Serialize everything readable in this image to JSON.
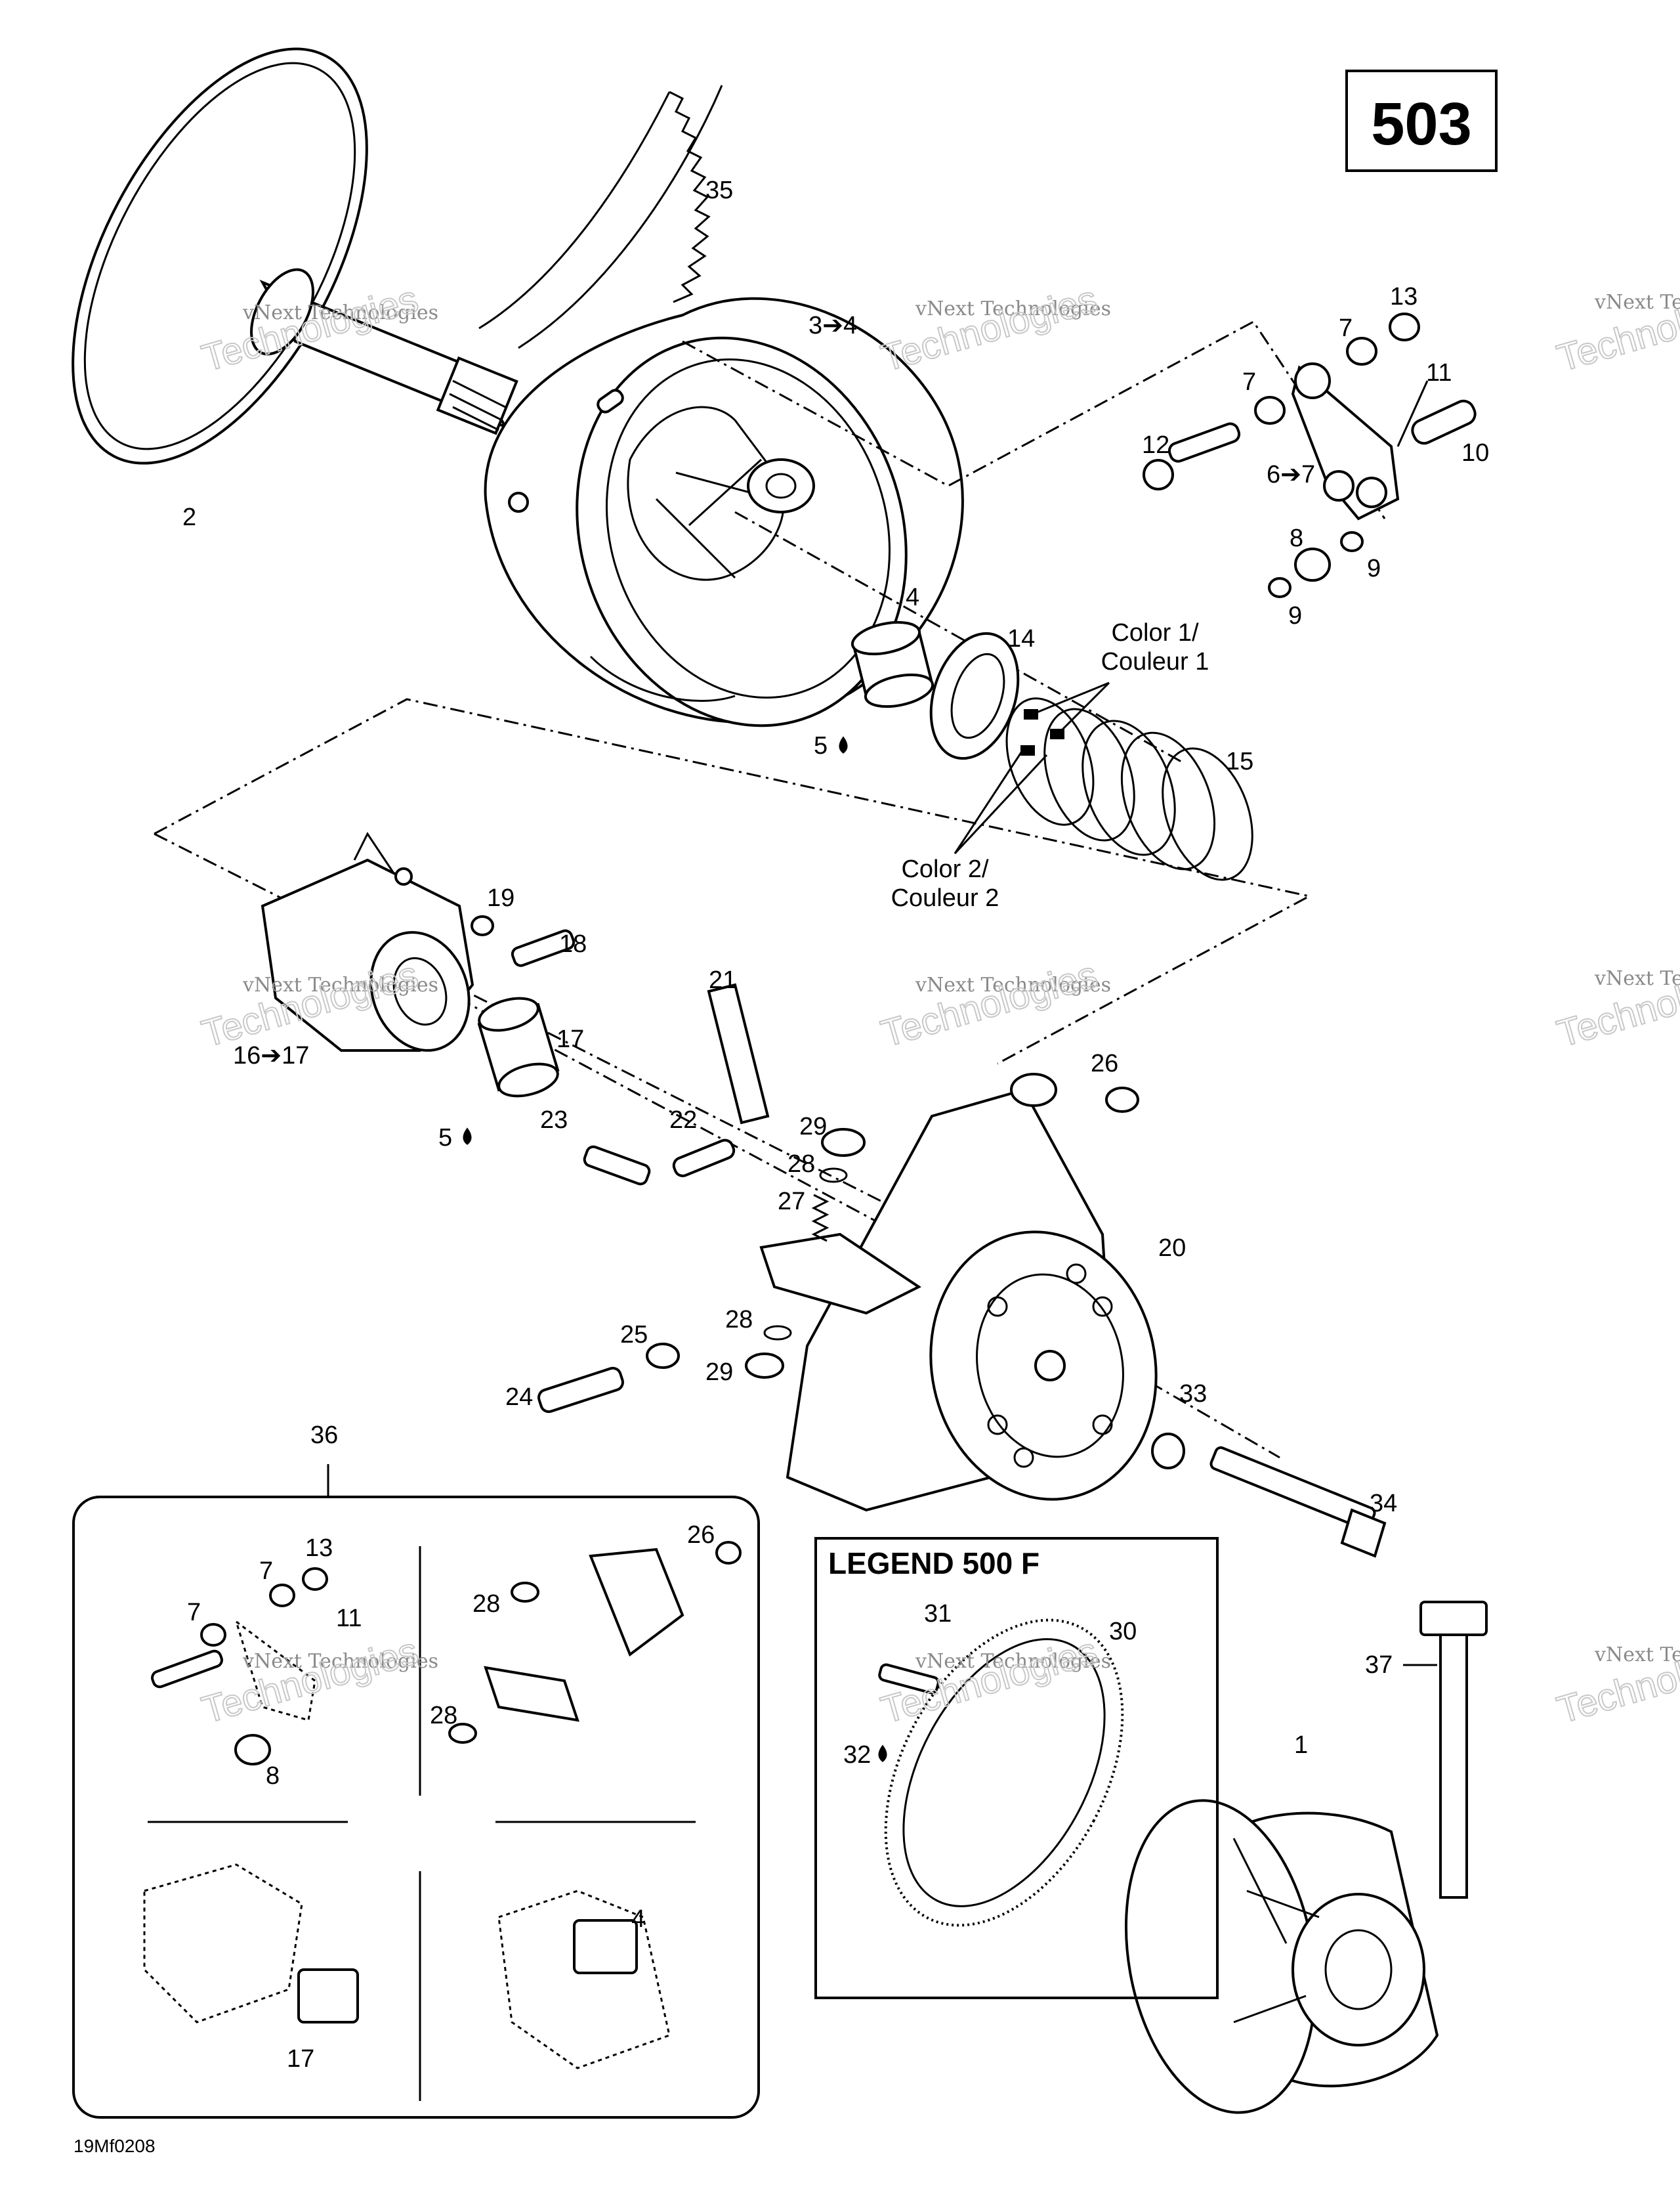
{
  "page_number": "503",
  "drawing_id": "19Mf0208",
  "legend_box_title": "LEGEND 500 F",
  "watermark": {
    "line1": "vNext Technologies",
    "line2": "Technologies"
  },
  "notes": {
    "color1_line1": "Color 1/",
    "color1_line2": "Couleur 1",
    "color2_line1": "Color 2/",
    "color2_line2": "Couleur 2"
  },
  "callouts": [
    {
      "id": "c-35",
      "text": "35"
    },
    {
      "id": "c-2",
      "text": "2"
    },
    {
      "id": "c-3-4",
      "text": "3➔4"
    },
    {
      "id": "c-13",
      "text": "13"
    },
    {
      "id": "c-7a",
      "text": "7"
    },
    {
      "id": "c-7b",
      "text": "7"
    },
    {
      "id": "c-11",
      "text": "11"
    },
    {
      "id": "c-12",
      "text": "12"
    },
    {
      "id": "c-10",
      "text": "10"
    },
    {
      "id": "c-6-7",
      "text": "6➔7"
    },
    {
      "id": "c-8",
      "text": "8"
    },
    {
      "id": "c-9a",
      "text": "9"
    },
    {
      "id": "c-9b",
      "text": "9"
    },
    {
      "id": "c-4",
      "text": "4"
    },
    {
      "id": "c-14",
      "text": "14"
    },
    {
      "id": "c-5a",
      "text": "5"
    },
    {
      "id": "c-15",
      "text": "15"
    },
    {
      "id": "c-19",
      "text": "19"
    },
    {
      "id": "c-18",
      "text": "18"
    },
    {
      "id": "c-17",
      "text": "17"
    },
    {
      "id": "c-16-17",
      "text": "16➔17"
    },
    {
      "id": "c-5b",
      "text": "5"
    },
    {
      "id": "c-21",
      "text": "21"
    },
    {
      "id": "c-26",
      "text": "26"
    },
    {
      "id": "c-23",
      "text": "23"
    },
    {
      "id": "c-22",
      "text": "22"
    },
    {
      "id": "c-29a",
      "text": "29"
    },
    {
      "id": "c-28a",
      "text": "28"
    },
    {
      "id": "c-27",
      "text": "27"
    },
    {
      "id": "c-20",
      "text": "20"
    },
    {
      "id": "c-28b",
      "text": "28"
    },
    {
      "id": "c-25",
      "text": "25"
    },
    {
      "id": "c-29b",
      "text": "29"
    },
    {
      "id": "c-24",
      "text": "24"
    },
    {
      "id": "c-33",
      "text": "33"
    },
    {
      "id": "c-34",
      "text": "34"
    },
    {
      "id": "c-36",
      "text": "36"
    },
    {
      "id": "c-37",
      "text": "37"
    },
    {
      "id": "c-1",
      "text": "1"
    },
    {
      "id": "c-31",
      "text": "31"
    },
    {
      "id": "c-30",
      "text": "30"
    },
    {
      "id": "c-32",
      "text": "32"
    },
    {
      "id": "i-13",
      "text": "13"
    },
    {
      "id": "i-7a",
      "text": "7"
    },
    {
      "id": "i-7b",
      "text": "7"
    },
    {
      "id": "i-11",
      "text": "11"
    },
    {
      "id": "i-8",
      "text": "8"
    },
    {
      "id": "i-26",
      "text": "26"
    },
    {
      "id": "i-28a",
      "text": "28"
    },
    {
      "id": "i-28b",
      "text": "28"
    },
    {
      "id": "i-4",
      "text": "4"
    },
    {
      "id": "i-17",
      "text": "17"
    }
  ]
}
